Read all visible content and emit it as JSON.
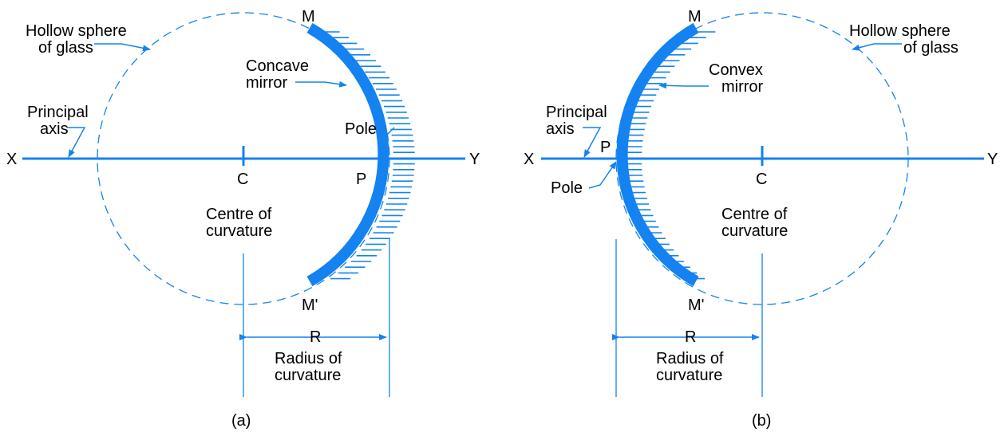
{
  "colors": {
    "mirror": "#1482f0",
    "text": "#000000",
    "background": "#ffffff"
  },
  "panel_a": {
    "caption": "(a)",
    "sphere_label": [
      "Hollow sphere",
      "of glass"
    ],
    "mirror_label": [
      "Concave",
      "mirror"
    ],
    "axis_label": [
      "Principal",
      "axis"
    ],
    "pole_label": "Pole",
    "point_x": "X",
    "point_y": "Y",
    "point_c": "C",
    "point_p": "P",
    "point_m": "M",
    "point_m_prime": "M'",
    "centre_label": [
      "Centre of",
      "curvature"
    ],
    "r_label": "R",
    "radius_label": [
      "Radius of",
      "curvature"
    ]
  },
  "panel_b": {
    "caption": "(b)",
    "sphere_label": [
      "Hollow sphere",
      "of glass"
    ],
    "mirror_label": [
      "Convex",
      "mirror"
    ],
    "axis_label": [
      "Principal",
      "axis"
    ],
    "pole_label": "Pole",
    "point_x": "X",
    "point_y": "Y",
    "point_c": "C",
    "point_p": "P",
    "point_m": "M",
    "point_m_prime": "M'",
    "centre_label": [
      "Centre of",
      "curvature"
    ],
    "r_label": "R",
    "radius_label": [
      "Radius of",
      "curvature"
    ]
  }
}
